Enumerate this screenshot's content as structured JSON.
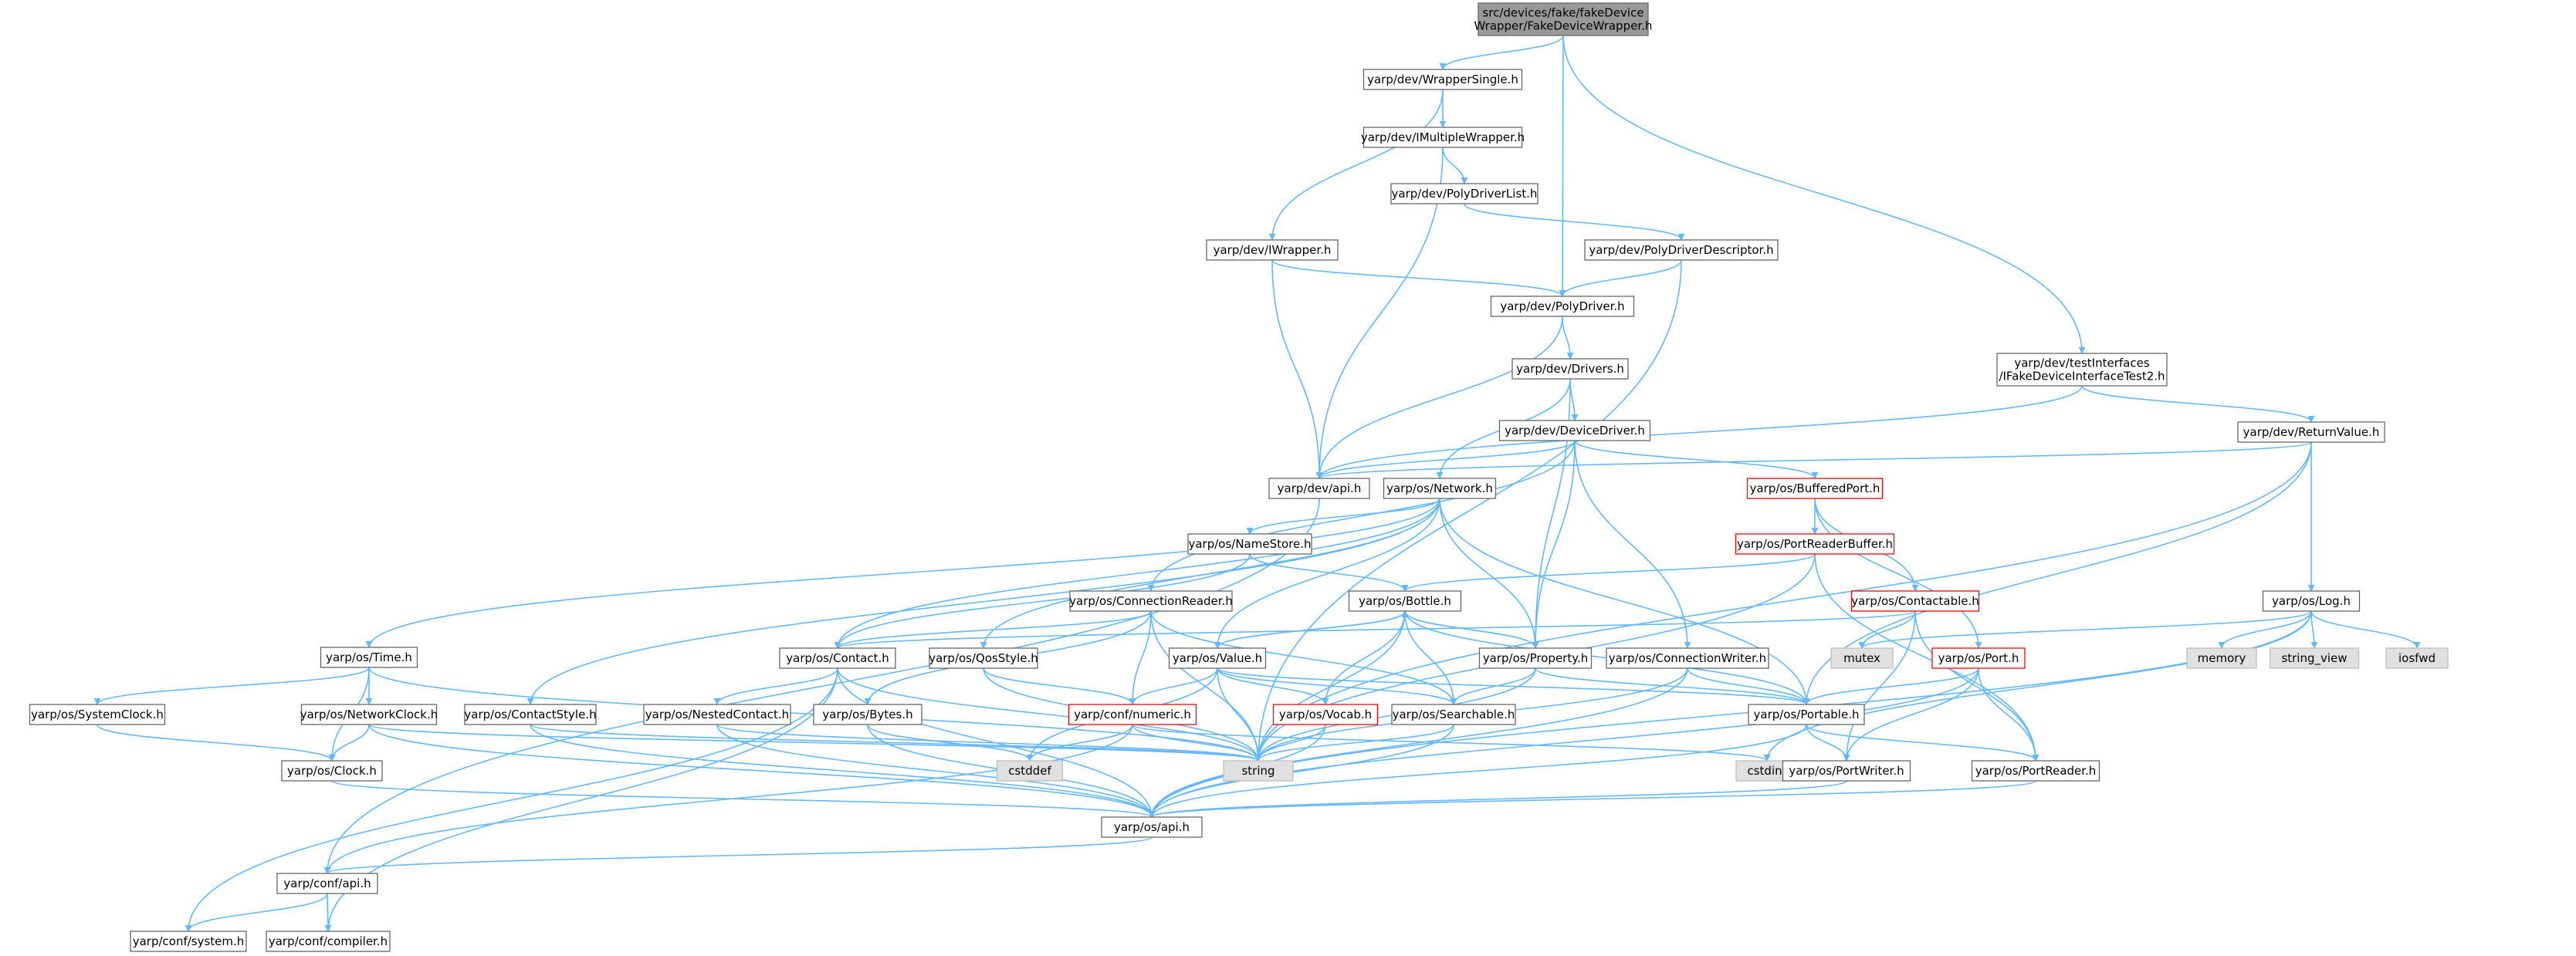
{
  "diagram": {
    "title": "",
    "colors": {
      "edge": "#63b8ff",
      "root_fill": "#999999",
      "root_stroke": "#666666",
      "node_fill": "#ffffff",
      "node_stroke": "#666666",
      "truncated_stroke": "#ff0000",
      "system_fill": "#e0e0e0",
      "system_stroke": "#bfbfbf"
    },
    "nodes": [
      {
        "id": "root",
        "lines": [
          "src/devices/fake/fakeDevice",
          "Wrapper/FakeDeviceWrapper.h"
        ],
        "kind": "root"
      },
      {
        "id": "wrappersingle",
        "lines": [
          "yarp/dev/WrapperSingle.h"
        ],
        "kind": "normal"
      },
      {
        "id": "imultiplewrapper",
        "lines": [
          "yarp/dev/IMultipleWrapper.h"
        ],
        "kind": "normal"
      },
      {
        "id": "polydriverlist",
        "lines": [
          "yarp/dev/PolyDriverList.h"
        ],
        "kind": "normal"
      },
      {
        "id": "iwrapper",
        "lines": [
          "yarp/dev/IWrapper.h"
        ],
        "kind": "normal"
      },
      {
        "id": "polydriverdesc",
        "lines": [
          "yarp/dev/PolyDriverDescriptor.h"
        ],
        "kind": "normal"
      },
      {
        "id": "polydriver",
        "lines": [
          "yarp/dev/PolyDriver.h"
        ],
        "kind": "normal"
      },
      {
        "id": "drivers",
        "lines": [
          "yarp/dev/Drivers.h"
        ],
        "kind": "normal"
      },
      {
        "id": "testinterfaces",
        "lines": [
          "yarp/dev/testInterfaces",
          "/IFakeDeviceInterfaceTest2.h"
        ],
        "kind": "normal"
      },
      {
        "id": "devicedriver",
        "lines": [
          "yarp/dev/DeviceDriver.h"
        ],
        "kind": "normal"
      },
      {
        "id": "returnvalue",
        "lines": [
          "yarp/dev/ReturnValue.h"
        ],
        "kind": "normal"
      },
      {
        "id": "devapi",
        "lines": [
          "yarp/dev/api.h"
        ],
        "kind": "normal"
      },
      {
        "id": "network",
        "lines": [
          "yarp/os/Network.h"
        ],
        "kind": "normal"
      },
      {
        "id": "bufferedport",
        "lines": [
          "yarp/os/BufferedPort.h"
        ],
        "kind": "truncated"
      },
      {
        "id": "namestore",
        "lines": [
          "yarp/os/NameStore.h"
        ],
        "kind": "normal"
      },
      {
        "id": "portreaderbuffer",
        "lines": [
          "yarp/os/PortReaderBuffer.h"
        ],
        "kind": "truncated"
      },
      {
        "id": "connectionreader",
        "lines": [
          "yarp/os/ConnectionReader.h"
        ],
        "kind": "normal"
      },
      {
        "id": "bottle",
        "lines": [
          "yarp/os/Bottle.h"
        ],
        "kind": "normal"
      },
      {
        "id": "contactable",
        "lines": [
          "yarp/os/Contactable.h"
        ],
        "kind": "truncated"
      },
      {
        "id": "log",
        "lines": [
          "yarp/os/Log.h"
        ],
        "kind": "normal"
      },
      {
        "id": "time",
        "lines": [
          "yarp/os/Time.h"
        ],
        "kind": "normal"
      },
      {
        "id": "contact",
        "lines": [
          "yarp/os/Contact.h"
        ],
        "kind": "normal"
      },
      {
        "id": "qosstyle",
        "lines": [
          "yarp/os/QosStyle.h"
        ],
        "kind": "normal"
      },
      {
        "id": "value",
        "lines": [
          "yarp/os/Value.h"
        ],
        "kind": "normal"
      },
      {
        "id": "property",
        "lines": [
          "yarp/os/Property.h"
        ],
        "kind": "normal"
      },
      {
        "id": "connectionwriter",
        "lines": [
          "yarp/os/ConnectionWriter.h"
        ],
        "kind": "normal"
      },
      {
        "id": "mutex",
        "lines": [
          "mutex"
        ],
        "kind": "system"
      },
      {
        "id": "port",
        "lines": [
          "yarp/os/Port.h"
        ],
        "kind": "truncated"
      },
      {
        "id": "memory",
        "lines": [
          "memory"
        ],
        "kind": "system"
      },
      {
        "id": "string_view",
        "lines": [
          "string_view"
        ],
        "kind": "system"
      },
      {
        "id": "iosfwd",
        "lines": [
          "iosfwd"
        ],
        "kind": "system"
      },
      {
        "id": "systemclock",
        "lines": [
          "yarp/os/SystemClock.h"
        ],
        "kind": "normal"
      },
      {
        "id": "networkclock",
        "lines": [
          "yarp/os/NetworkClock.h"
        ],
        "kind": "normal"
      },
      {
        "id": "contactstyle",
        "lines": [
          "yarp/os/ContactStyle.h"
        ],
        "kind": "normal"
      },
      {
        "id": "nestedcontact",
        "lines": [
          "yarp/os/NestedContact.h"
        ],
        "kind": "normal"
      },
      {
        "id": "bytes",
        "lines": [
          "yarp/os/Bytes.h"
        ],
        "kind": "normal"
      },
      {
        "id": "numeric",
        "lines": [
          "yarp/conf/numeric.h"
        ],
        "kind": "truncated"
      },
      {
        "id": "vocab",
        "lines": [
          "yarp/os/Vocab.h"
        ],
        "kind": "truncated"
      },
      {
        "id": "searchable",
        "lines": [
          "yarp/os/Searchable.h"
        ],
        "kind": "normal"
      },
      {
        "id": "portable",
        "lines": [
          "yarp/os/Portable.h"
        ],
        "kind": "normal"
      },
      {
        "id": "clock",
        "lines": [
          "yarp/os/Clock.h"
        ],
        "kind": "normal"
      },
      {
        "id": "cstddef",
        "lines": [
          "cstddef"
        ],
        "kind": "system"
      },
      {
        "id": "string",
        "lines": [
          "string"
        ],
        "kind": "system"
      },
      {
        "id": "cstdint",
        "lines": [
          "cstdint"
        ],
        "kind": "system"
      },
      {
        "id": "portwriter",
        "lines": [
          "yarp/os/PortWriter.h"
        ],
        "kind": "normal"
      },
      {
        "id": "portreader",
        "lines": [
          "yarp/os/PortReader.h"
        ],
        "kind": "normal"
      },
      {
        "id": "osapi",
        "lines": [
          "yarp/os/api.h"
        ],
        "kind": "normal"
      },
      {
        "id": "confapi",
        "lines": [
          "yarp/conf/api.h"
        ],
        "kind": "normal"
      },
      {
        "id": "system",
        "lines": [
          "yarp/conf/system.h"
        ],
        "kind": "normal"
      },
      {
        "id": "compiler",
        "lines": [
          "yarp/conf/compiler.h"
        ],
        "kind": "normal"
      }
    ],
    "edges": [
      [
        "root",
        "wrappersingle"
      ],
      [
        "root",
        "polydriver"
      ],
      [
        "root",
        "testinterfaces"
      ],
      [
        "wrappersingle",
        "imultiplewrapper"
      ],
      [
        "wrappersingle",
        "iwrapper"
      ],
      [
        "imultiplewrapper",
        "polydriverlist"
      ],
      [
        "imultiplewrapper",
        "devapi"
      ],
      [
        "polydriverlist",
        "polydriverdesc"
      ],
      [
        "polydriverdesc",
        "polydriver"
      ],
      [
        "polydriverdesc",
        "string"
      ],
      [
        "iwrapper",
        "polydriver"
      ],
      [
        "iwrapper",
        "devapi"
      ],
      [
        "polydriver",
        "drivers"
      ],
      [
        "polydriver",
        "devapi"
      ],
      [
        "testinterfaces",
        "returnvalue"
      ],
      [
        "testinterfaces",
        "devapi"
      ],
      [
        "drivers",
        "devicedriver"
      ],
      [
        "drivers",
        "network"
      ],
      [
        "drivers",
        "property"
      ],
      [
        "devicedriver",
        "devapi"
      ],
      [
        "devicedriver",
        "bufferedport"
      ],
      [
        "devicedriver",
        "connectionreader"
      ],
      [
        "devicedriver",
        "property"
      ],
      [
        "devicedriver",
        "connectionwriter"
      ],
      [
        "returnvalue",
        "devapi"
      ],
      [
        "returnvalue",
        "log"
      ],
      [
        "returnvalue",
        "portable"
      ],
      [
        "returnvalue",
        "string"
      ],
      [
        "devapi",
        "confapi"
      ],
      [
        "network",
        "namestore"
      ],
      [
        "network",
        "time"
      ],
      [
        "network",
        "contact"
      ],
      [
        "network",
        "qosstyle"
      ],
      [
        "network",
        "value"
      ],
      [
        "network",
        "property"
      ],
      [
        "network",
        "portable"
      ],
      [
        "network",
        "contactstyle"
      ],
      [
        "bufferedport",
        "portreaderbuffer"
      ],
      [
        "bufferedport",
        "contactable"
      ],
      [
        "bufferedport",
        "port"
      ],
      [
        "portreaderbuffer",
        "bottle"
      ],
      [
        "portreaderbuffer",
        "string"
      ],
      [
        "portreaderbuffer",
        "portreader"
      ],
      [
        "namestore",
        "bottle"
      ],
      [
        "namestore",
        "contact"
      ],
      [
        "connectionreader",
        "contact"
      ],
      [
        "connectionreader",
        "bytes"
      ],
      [
        "connectionreader",
        "numeric"
      ],
      [
        "connectionreader",
        "searchable"
      ],
      [
        "connectionreader",
        "string"
      ],
      [
        "bottle",
        "value"
      ],
      [
        "bottle",
        "property"
      ],
      [
        "bottle",
        "vocab"
      ],
      [
        "bottle",
        "searchable"
      ],
      [
        "bottle",
        "portable"
      ],
      [
        "bottle",
        "string"
      ],
      [
        "contactable",
        "contact"
      ],
      [
        "contactable",
        "mutex"
      ],
      [
        "contactable",
        "portreader"
      ],
      [
        "contactable",
        "portwriter"
      ],
      [
        "log",
        "mutex"
      ],
      [
        "log",
        "memory"
      ],
      [
        "log",
        "string_view"
      ],
      [
        "log",
        "iosfwd"
      ],
      [
        "log",
        "cstdint"
      ],
      [
        "log",
        "osapi"
      ],
      [
        "time",
        "systemclock"
      ],
      [
        "time",
        "networkclock"
      ],
      [
        "time",
        "clock"
      ],
      [
        "time",
        "string"
      ],
      [
        "contact",
        "nestedcontact"
      ],
      [
        "contact",
        "string"
      ],
      [
        "contact",
        "osapi"
      ],
      [
        "contact",
        "system"
      ],
      [
        "contact",
        "compiler"
      ],
      [
        "qosstyle",
        "numeric"
      ],
      [
        "qosstyle",
        "string"
      ],
      [
        "value",
        "bottle"
      ],
      [
        "value",
        "numeric"
      ],
      [
        "value",
        "vocab"
      ],
      [
        "value",
        "searchable"
      ],
      [
        "value",
        "portable"
      ],
      [
        "value",
        "string"
      ],
      [
        "value",
        "cstddef"
      ],
      [
        "property",
        "bottle"
      ],
      [
        "property",
        "searchable"
      ],
      [
        "property",
        "portable"
      ],
      [
        "property",
        "string"
      ],
      [
        "connectionwriter",
        "portable"
      ],
      [
        "connectionwriter",
        "string"
      ],
      [
        "connectionwriter",
        "osapi"
      ],
      [
        "port",
        "portable"
      ],
      [
        "port",
        "portreader"
      ],
      [
        "port",
        "portwriter"
      ],
      [
        "port",
        "osapi"
      ],
      [
        "systemclock",
        "clock"
      ],
      [
        "networkclock",
        "clock"
      ],
      [
        "networkclock",
        "string"
      ],
      [
        "networkclock",
        "osapi"
      ],
      [
        "contactstyle",
        "string"
      ],
      [
        "contactstyle",
        "osapi"
      ],
      [
        "nestedcontact",
        "string"
      ],
      [
        "nestedcontact",
        "osapi"
      ],
      [
        "bytes",
        "cstddef"
      ],
      [
        "bytes",
        "osapi"
      ],
      [
        "numeric",
        "cstddef"
      ],
      [
        "numeric",
        "string"
      ],
      [
        "numeric",
        "confapi"
      ],
      [
        "numeric",
        "cstdint"
      ],
      [
        "vocab",
        "string"
      ],
      [
        "vocab",
        "osapi"
      ],
      [
        "searchable",
        "string"
      ],
      [
        "searchable",
        "osapi"
      ],
      [
        "portable",
        "portwriter"
      ],
      [
        "portable",
        "portreader"
      ],
      [
        "portable",
        "osapi"
      ],
      [
        "clock",
        "osapi"
      ],
      [
        "portwriter",
        "osapi"
      ],
      [
        "portreader",
        "osapi"
      ],
      [
        "osapi",
        "confapi"
      ],
      [
        "confapi",
        "system"
      ],
      [
        "confapi",
        "compiler"
      ]
    ]
  }
}
